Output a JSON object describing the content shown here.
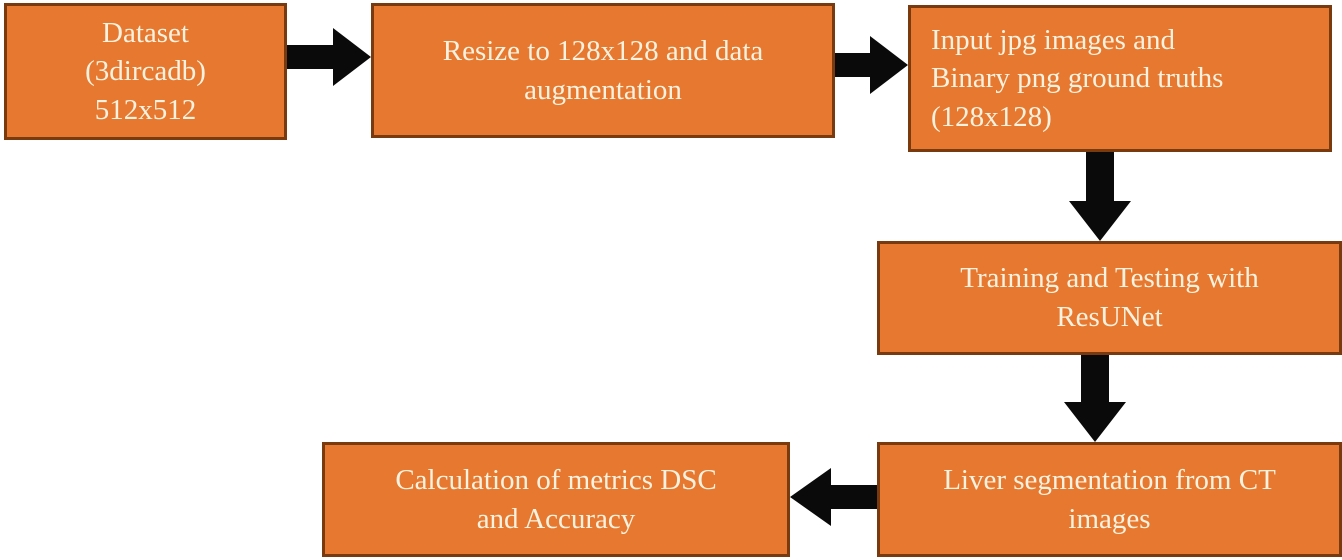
{
  "colors": {
    "box_fill": "#E6792F",
    "box_border": "#7A3A10",
    "box_text": "#FAF2E1",
    "arrow": "#0A0A0A",
    "background": "#FFFFFF"
  },
  "boxes": [
    {
      "id": "dataset",
      "lines": [
        "Dataset",
        "(3dircadb)",
        "512x512"
      ]
    },
    {
      "id": "resize",
      "lines": [
        "Resize to 128x128 and data",
        "augmentation"
      ]
    },
    {
      "id": "input",
      "lines": [
        "Input jpg images and",
        "Binary png ground truths",
        "(128x128)"
      ]
    },
    {
      "id": "training",
      "lines": [
        "Training and Testing with",
        "ResUNet"
      ]
    },
    {
      "id": "segmentation",
      "lines": [
        "Liver segmentation from CT",
        "images"
      ]
    },
    {
      "id": "metrics",
      "lines": [
        "Calculation of metrics DSC",
        "and Accuracy"
      ]
    }
  ],
  "connections": [
    {
      "from": "dataset",
      "to": "resize",
      "direction": "right"
    },
    {
      "from": "resize",
      "to": "input",
      "direction": "right"
    },
    {
      "from": "input",
      "to": "training",
      "direction": "down"
    },
    {
      "from": "training",
      "to": "segmentation",
      "direction": "down"
    },
    {
      "from": "segmentation",
      "to": "metrics",
      "direction": "left"
    }
  ]
}
